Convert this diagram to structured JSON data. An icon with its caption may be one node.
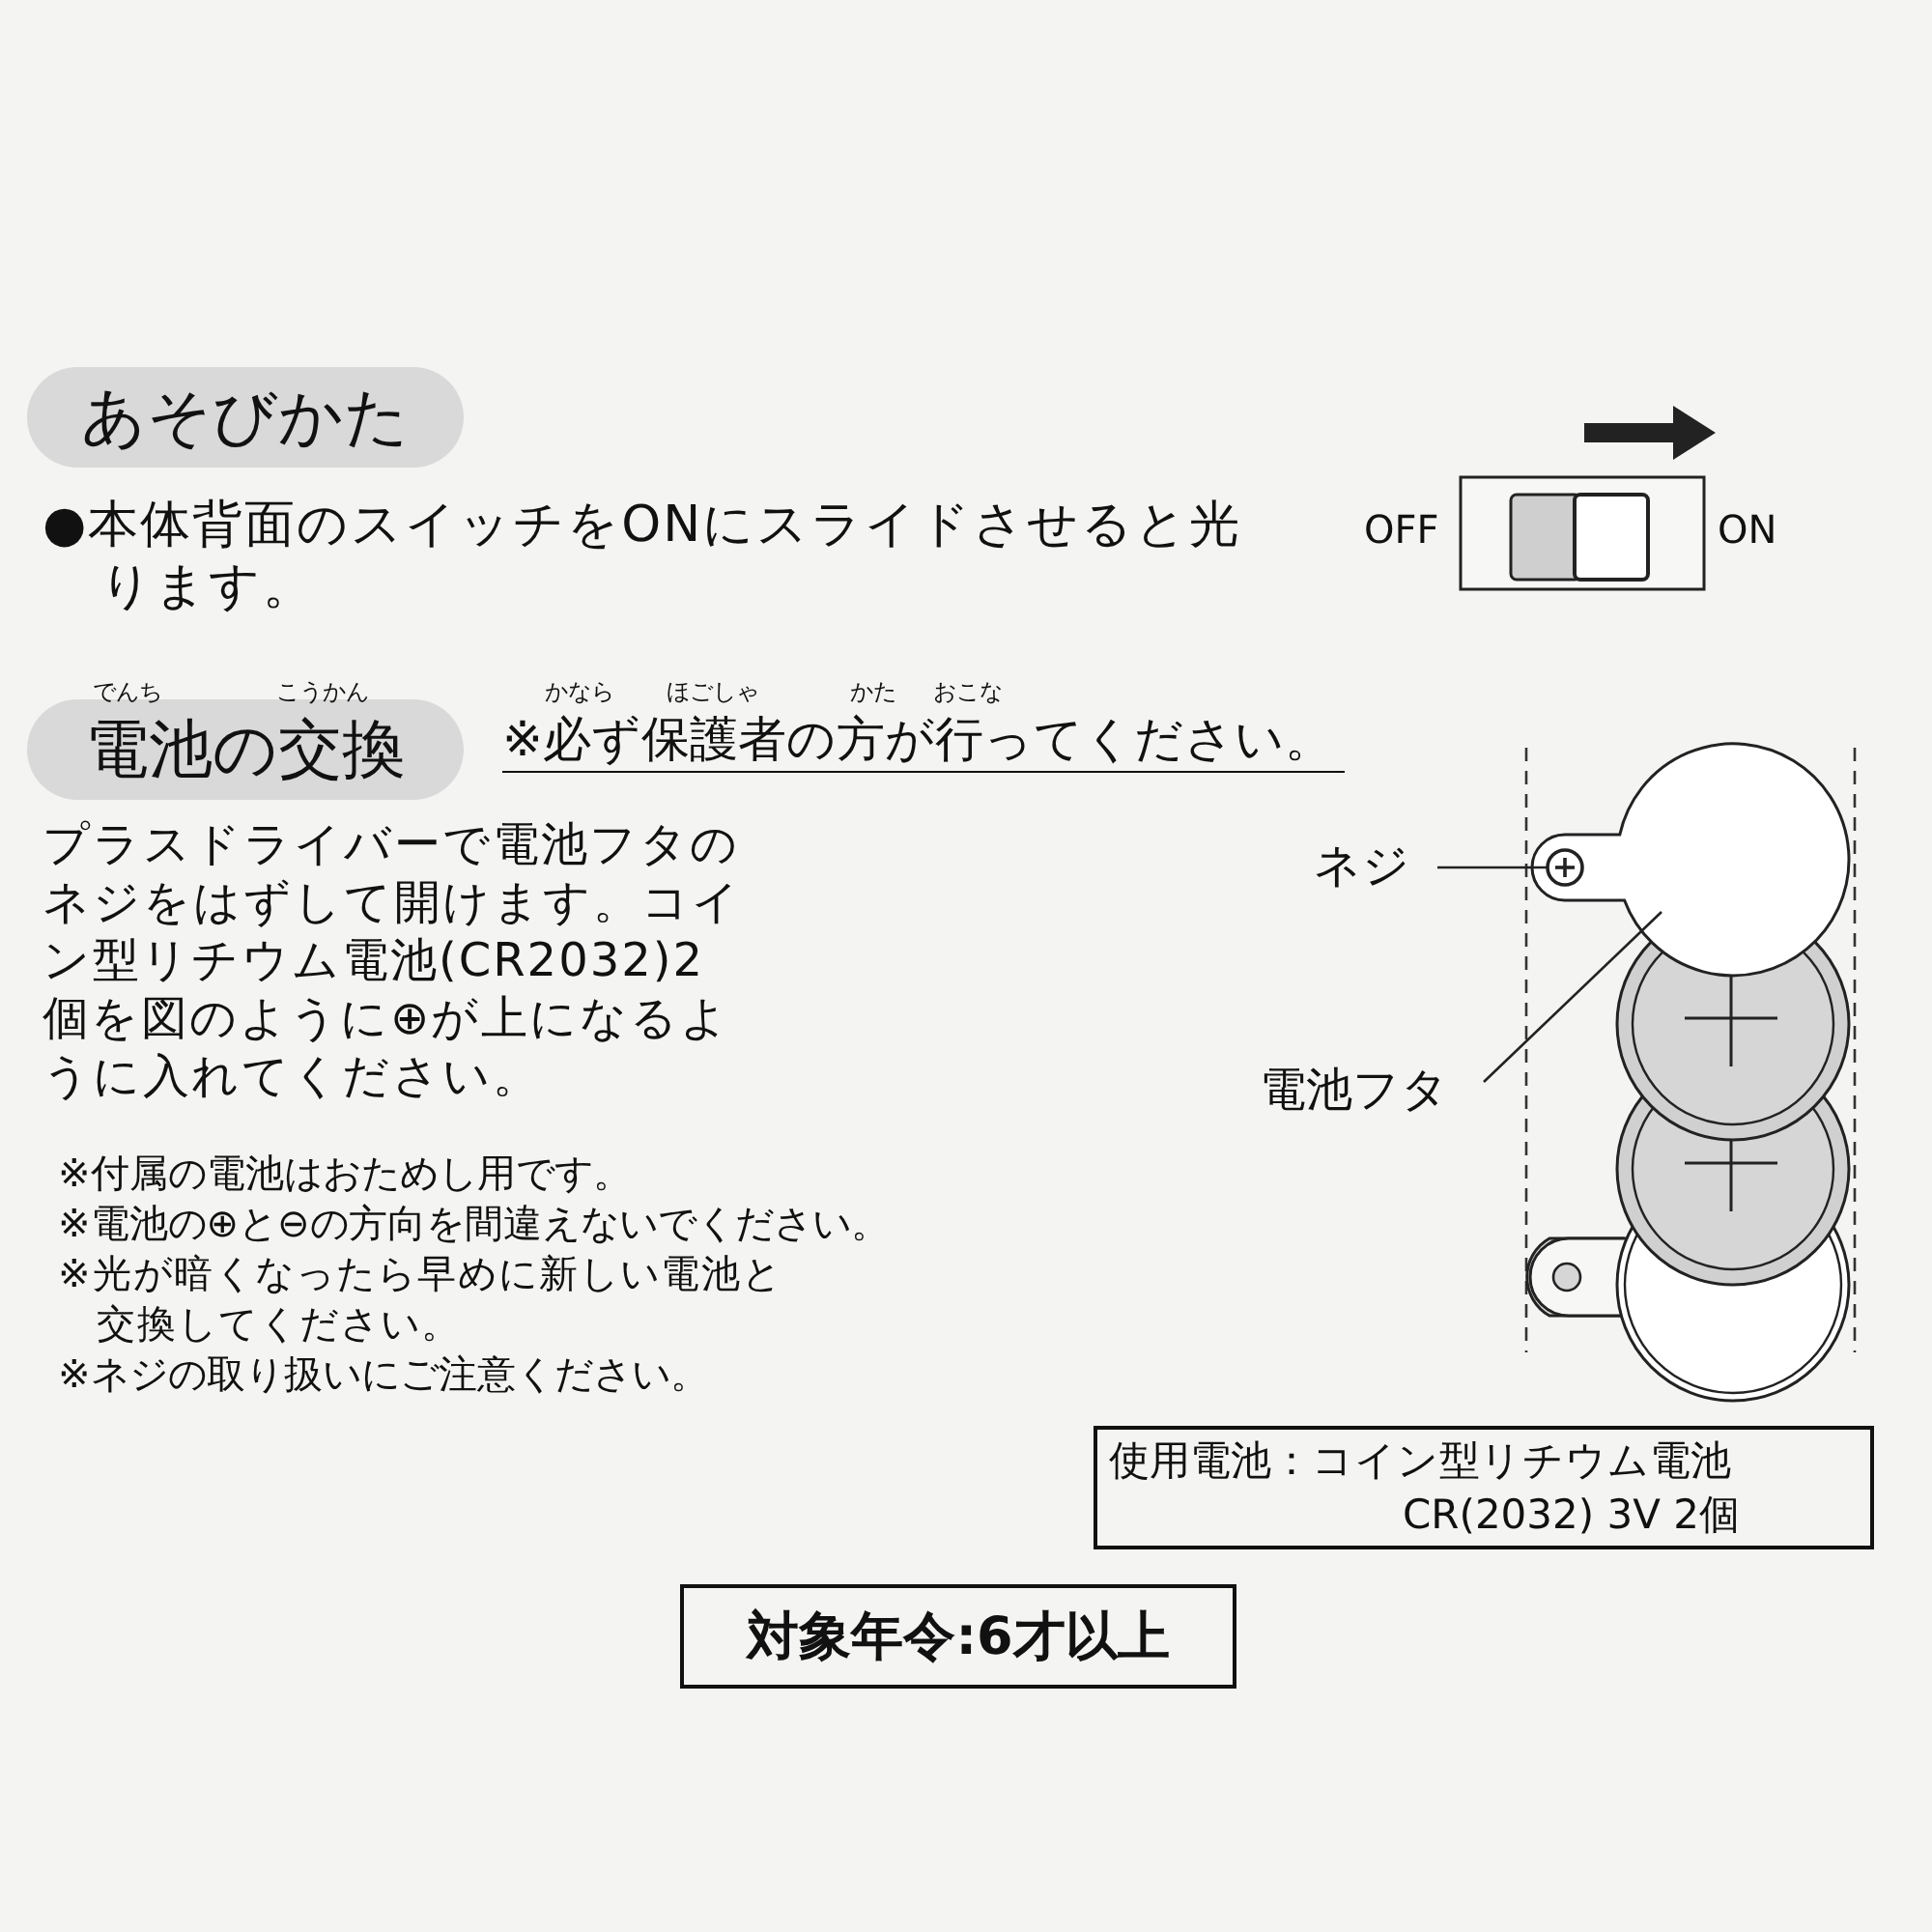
{
  "diagram": {
    "nodes": [
      {
        "text": [
          "あそびかた"
        ]
      },
      {
        "text": [
          "電池の交換"
        ]
      },
      {
        "text": [
          "ネジ"
        ]
      },
      {
        "text": [],
        "shape": "circle",
        "in": 5
      },
      {
        "text": [
          "電池フタ"
        ]
      },
      {
        "text": [],
        "shape": "circle"
      },
      {
        "text": [
          "使用電池：コイン型リチウム電池",
          "CR(2032) 3V 2個"
        ]
      },
      {
        "text": [
          "対象年令:6才以上"
        ]
      }
    ],
    "edges": [
      {
        "from": 2,
        "to": 3,
        "arrow": "none"
      },
      {
        "from": 4,
        "to": 5,
        "arrow": "none"
      }
    ],
    "labels": [
      "●本体背面のスイッチをONにスライドさせると光ります。",
      "OFF",
      "ON",
      "でんち",
      "こうかん",
      "かなら",
      "ほごしゃ",
      "かた",
      "おこな",
      "※必ず保護者の方が行ってください。",
      "プラスドライバーで電池フタのネジをはずして開けます。コイン型リチウム電池(CR2032)2個を図のように⊕が上になるように入れてください。",
      "※付属の電池はおためし用です。",
      "※電池の⊕と⊖の方向を間違えないでください。",
      "※光が暗くなったら早めに新しい電池と交換してください。",
      "※ネジの取り扱いにご注意ください。"
    ]
  }
}
